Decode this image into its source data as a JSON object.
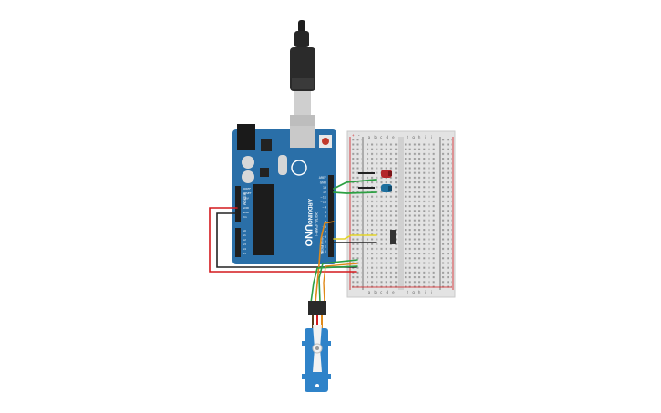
{
  "arduino": {
    "brand": "ARDUINO",
    "model": "UNO",
    "digital_pins": [
      "AREF",
      "GND",
      "13",
      "12",
      "~11",
      "~10",
      "~9",
      "8",
      "7",
      "~6",
      "~5",
      "4",
      "~3",
      "2",
      "TX 1",
      "RX 0"
    ],
    "power_pins": [
      "IOREF",
      "RESET",
      "3.3V",
      "5V",
      "GND",
      "GND",
      "Vin"
    ],
    "analog_pins": [
      "A0",
      "A1",
      "A2",
      "A3",
      "A4",
      "A5"
    ],
    "digital_label": "DIGITAL (PWM~)",
    "analog_label": "ANALOG IN",
    "power_label": "POWER"
  },
  "breadboard": {
    "column_letters_left": [
      "a",
      "b",
      "c",
      "d",
      "e"
    ],
    "column_letters_right": [
      "f",
      "g",
      "h",
      "i",
      "j"
    ],
    "rail_plus": "+",
    "rail_minus": "-"
  },
  "colors": {
    "board_blue": "#2a6fa8",
    "wire_red": "#d4191d",
    "wire_black": "#222222",
    "wire_green": "#2da043",
    "wire_orange": "#e08a1a",
    "wire_yellow": "#e3d42a",
    "led_red": "#b3262a",
    "led_blue": "#1e6f9e",
    "servo_blue": "#2f83c9"
  }
}
